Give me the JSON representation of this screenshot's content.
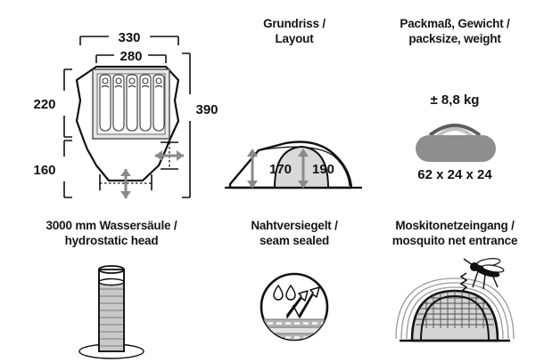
{
  "panels": {
    "layout": {
      "title": "",
      "dimensions": {
        "outer_width": "330",
        "inner_width": "280",
        "inner_depth": "220",
        "vestibule_depth": "160",
        "total_depth": "390"
      },
      "sleeping_places": 5,
      "icon": "tent-floorplan-icon"
    },
    "profile": {
      "title": "Grundriss /\nLayout",
      "heights": {
        "vestibule_height": "170",
        "peak_height": "190"
      },
      "icon": "tent-side-profile-icon"
    },
    "packsize": {
      "title": "Packmaß, Gewicht /\npacksize, weight",
      "weight": "± 8,8 kg",
      "dimensions": "62 x 24 x 24",
      "icon": "duffel-bag-icon"
    },
    "hydrostatic": {
      "title": "3000 mm Wassersäule /\nhydrostatic head",
      "icon": "water-column-icon"
    },
    "seam": {
      "title": "Nahtversiegelt /\nseam sealed",
      "icon": "seam-sealed-icon"
    },
    "mosquito": {
      "title": "Moskitonetzeingang /\nmosquito net entrance",
      "icon": "mosquito-net-icon"
    }
  },
  "colors": {
    "background": "#ffffff",
    "outline": "#111111",
    "text": "#151515",
    "arrow_gray": "#8a8a8a",
    "fill_light": "#e9e9e9",
    "fill_mid": "#d6d6d6",
    "fill_dark": "#9b9b9b",
    "bag_gray": "#8e8e8e"
  }
}
